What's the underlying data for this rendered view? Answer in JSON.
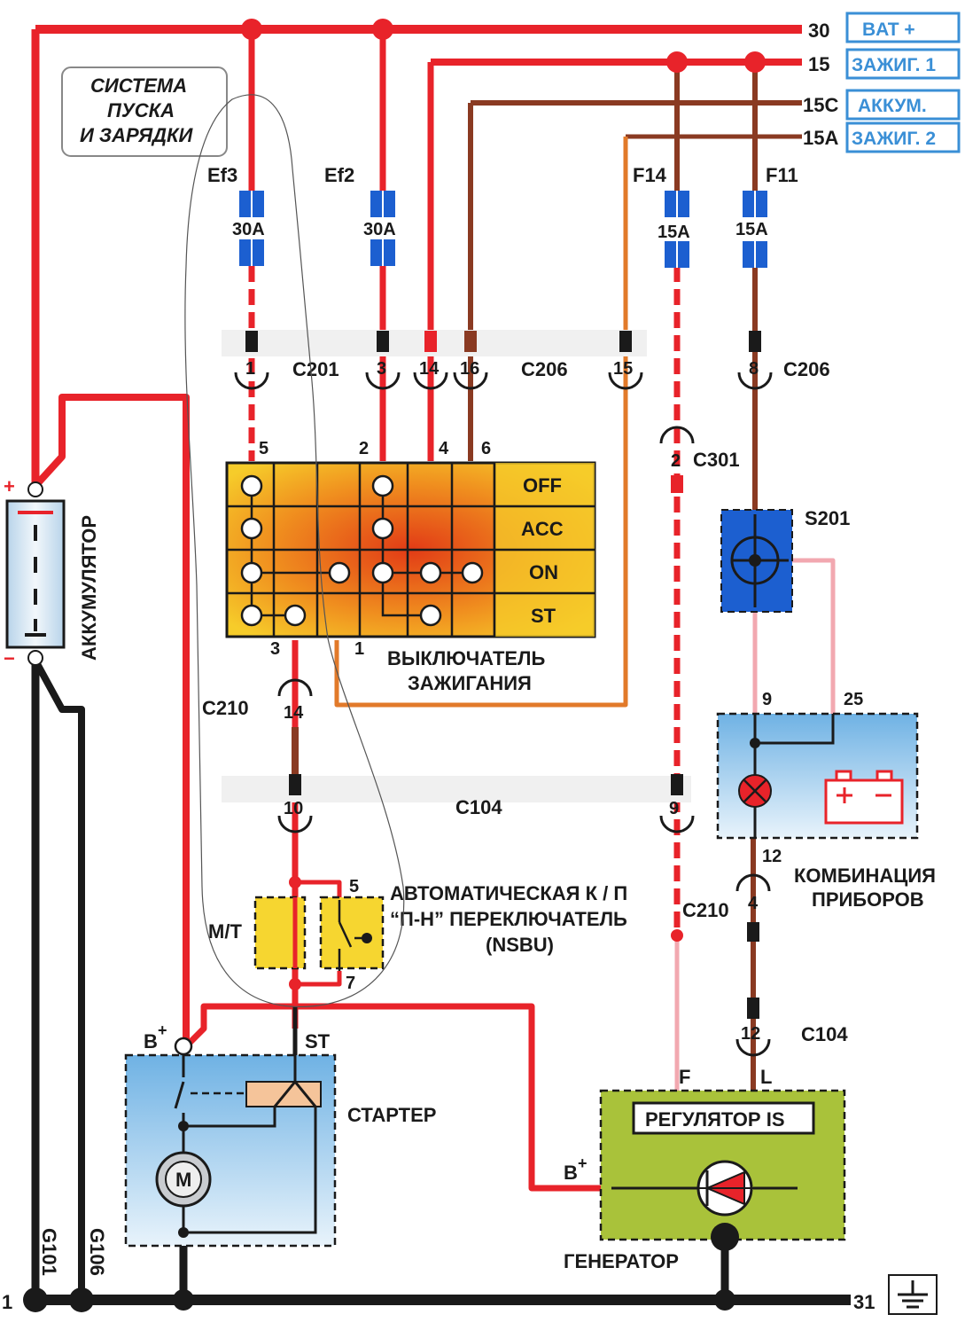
{
  "title": {
    "line1": "СИСТЕМА",
    "line2": "ПУСКА",
    "line3": "И ЗАРЯДКИ"
  },
  "bus": {
    "b30": {
      "num": "30",
      "tag": "BAT +"
    },
    "b15": {
      "num": "15",
      "tag": "ЗАЖИГ. 1"
    },
    "b15c": {
      "num": "15C",
      "tag": "АККУМ."
    },
    "b15a": {
      "num": "15A",
      "tag": "ЗАЖИГ. 2"
    },
    "b31": {
      "num": "31"
    },
    "b1": {
      "num": "1"
    }
  },
  "fuses": {
    "ef3": {
      "name": "Ef3",
      "rating": "30A"
    },
    "ef2": {
      "name": "Ef2",
      "rating": "30A"
    },
    "f14": {
      "name": "F14",
      "rating": "15A"
    },
    "f11": {
      "name": "F11",
      "rating": "15A"
    }
  },
  "connectors": {
    "c201": "C201",
    "c206a": "C206",
    "c206b": "C206",
    "c301": "C301",
    "c210a": "C210",
    "c210b": "C210",
    "c104a": "C104",
    "c104b": "C104",
    "s201": "S201",
    "g101": "G101",
    "g106": "G106"
  },
  "pins": {
    "p1": "1",
    "p3": "3",
    "p14": "14",
    "p16": "16",
    "p15": "15",
    "p8": "8",
    "sw5": "5",
    "sw2": "2",
    "sw4": "4",
    "sw6": "6",
    "sw3": "3",
    "sw1": "1",
    "c301_2": "2",
    "c210_14": "14",
    "c104_10": "10",
    "c104_9": "9",
    "ic9": "9",
    "ic25": "25",
    "ic12": "12",
    "c210_4": "4",
    "c104_12": "12",
    "ns5": "5",
    "ns7": "7"
  },
  "switch": {
    "label1": "ВЫКЛЮЧАТЕЛЬ",
    "label2": "ЗАЖИГАНИЯ",
    "positions": [
      "OFF",
      "ACC",
      "ON",
      "ST"
    ]
  },
  "battery": {
    "label": "АККУМУЛЯТОР",
    "plus": "+",
    "minus": "−"
  },
  "nsbu": {
    "line1": "АВТОМАТИЧЕСКАЯ К / П",
    "line2": "“П-Н” ПЕРЕКЛЮЧАТЕЛЬ",
    "line3": "(NSBU)",
    "mt": "M/T"
  },
  "cluster": {
    "line1": "КОМБИНАЦИЯ",
    "line2": "ПРИБОРОВ"
  },
  "starter": {
    "label": "СТАРТЕР",
    "bplus": "B",
    "st": "ST",
    "motor": "M"
  },
  "generator": {
    "label": "ГЕНЕРАТОР",
    "regulator": "РЕГУЛЯТОР IS",
    "f": "F",
    "l": "L",
    "bplus": "B"
  },
  "colors": {
    "red": "#e8232a",
    "brown": "#8a3a22",
    "orange": "#e27a2a",
    "black": "#1a1a1a",
    "pink": "#f2a8b0",
    "blue_tag": "#3a8fd6",
    "fuse_blue": "#1c5fd0"
  }
}
